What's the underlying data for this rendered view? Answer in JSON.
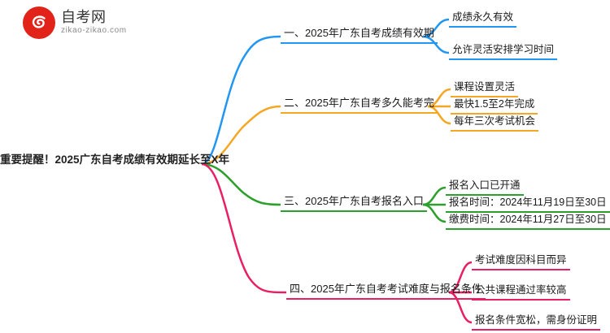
{
  "logo": {
    "title": "自考网",
    "subtitle": "zikao-zikao.com",
    "mark_color": "#e2231a",
    "icon": "swirl-logo-icon"
  },
  "mindmap": {
    "root": {
      "label": "重要提醒！2025广东自考成绩有效期延长至X年"
    },
    "branches": [
      {
        "label": "一、2025年广东自考成绩有效期",
        "color": "#2196f3",
        "children": [
          {
            "label": "成绩永久有效"
          },
          {
            "label": "允许灵活安排学习时间"
          }
        ]
      },
      {
        "label": "二、2025年广东自考多久能考完",
        "color": "#f5a623",
        "children": [
          {
            "label": "课程设置灵活"
          },
          {
            "label": "最快1.5至2年完成"
          },
          {
            "label": "每年三次考试机会"
          }
        ]
      },
      {
        "label": "三、2025年广东自考报名入口",
        "color": "#2ca02c",
        "children": [
          {
            "label": "报名入口已开通"
          },
          {
            "label": "报名时间：2024年11月19日至30日"
          },
          {
            "label": "缴费时间：2024年11月27日至30日"
          }
        ]
      },
      {
        "label": "四、2025年广东自考考试难度与报名条件",
        "color": "#e91e63",
        "children": [
          {
            "label": "考试难度因科目而异"
          },
          {
            "label": "公共课程通过率较高"
          },
          {
            "label": "报名条件宽松，需身份证明"
          }
        ]
      }
    ]
  }
}
